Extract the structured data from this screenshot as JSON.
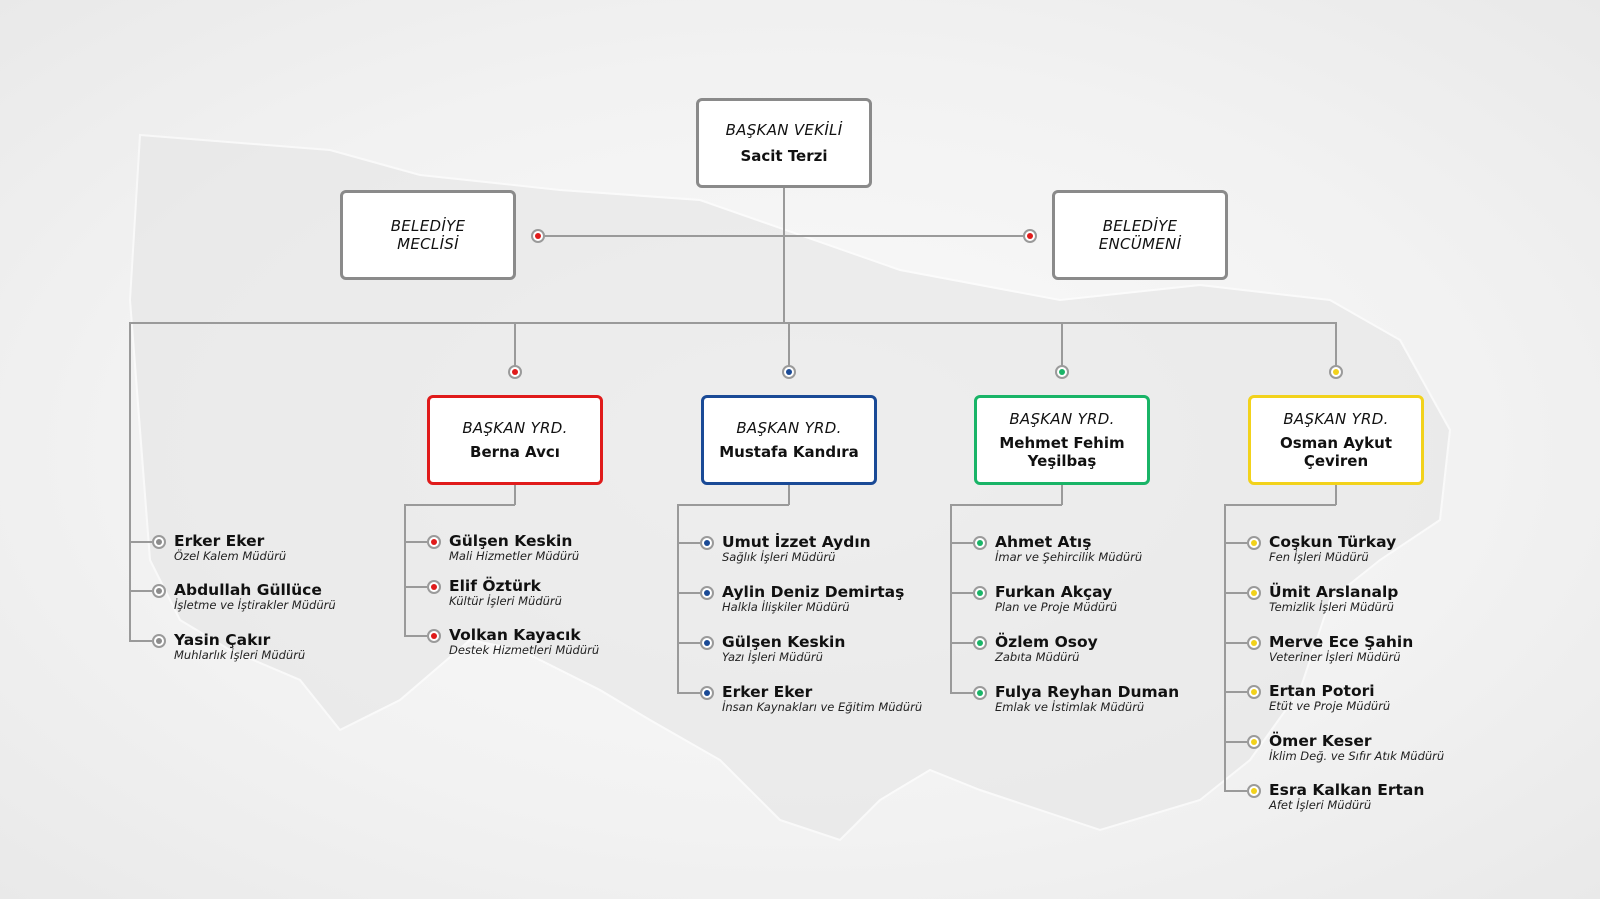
{
  "colors": {
    "gray": "#8c8c8c",
    "red": "#e01b1b",
    "blue": "#1a4a96",
    "green": "#19b467",
    "yellow": "#f2d21b"
  },
  "top": {
    "title": "BAŞKAN VEKİLİ",
    "name": "Sacit Terzi"
  },
  "meclis": {
    "line1": "BELEDİYE",
    "line2": "MECLİSİ"
  },
  "encumen": {
    "line1": "BELEDİYE",
    "line2": "ENCÜMENİ"
  },
  "columns": [
    {
      "color": "gray",
      "items": [
        {
          "name": "Erker Eker",
          "role": "Özel Kalem Müdürü"
        },
        {
          "name": "Abdullah Güllüce",
          "role": "İşletme ve İştirakler Müdürü"
        },
        {
          "name": "Yasin Çakır",
          "role": "Muhlarlık İşleri Müdürü"
        }
      ]
    },
    {
      "color": "red",
      "title": "BAŞKAN YRD.",
      "name": "Berna Avcı",
      "items": [
        {
          "name": "Gülşen Keskin",
          "role": "Mali Hizmetler Müdürü"
        },
        {
          "name": "Elif Öztürk",
          "role": "Kültür İşleri Müdürü"
        },
        {
          "name": "Volkan Kayacık",
          "role": "Destek Hizmetleri Müdürü"
        }
      ]
    },
    {
      "color": "blue",
      "title": "BAŞKAN YRD.",
      "name": "Mustafa Kandıra",
      "items": [
        {
          "name": "Umut İzzet Aydın",
          "role": "Sağlık İşleri Müdürü"
        },
        {
          "name": "Aylin Deniz Demirtaş",
          "role": "Halkla İlişkiler Müdürü"
        },
        {
          "name": "Gülşen Keskin",
          "role": "Yazı İşleri Müdürü"
        },
        {
          "name": "Erker Eker",
          "role": "İnsan Kaynakları ve Eğitim Müdürü"
        }
      ]
    },
    {
      "color": "green",
      "title": "BAŞKAN YRD.",
      "name": "Mehmet Fehim Yeşilbaş",
      "items": [
        {
          "name": "Ahmet Atış",
          "role": "İmar ve Şehircilik Müdürü"
        },
        {
          "name": "Furkan Akçay",
          "role": "Plan ve Proje Müdürü"
        },
        {
          "name": "Özlem Osoy",
          "role": "Zabıta Müdürü"
        },
        {
          "name": "Fulya Reyhan Duman",
          "role": "Emlak ve İstimlak Müdürü"
        }
      ]
    },
    {
      "color": "yellow",
      "title": "BAŞKAN YRD.",
      "name": "Osman Aykut Çeviren",
      "items": [
        {
          "name": "Coşkun Türkay",
          "role": "Fen İşleri Müdürü"
        },
        {
          "name": "Ümit Arslanalp",
          "role": "Temizlik İşleri Müdürü"
        },
        {
          "name": "Merve Ece Şahin",
          "role": "Veteriner İşleri Müdürü"
        },
        {
          "name": "Ertan Potori",
          "role": "Etüt ve Proje Müdürü"
        },
        {
          "name": "Ömer Keser",
          "role": "İklim Değ. ve Sıfır Atık Müdürü"
        },
        {
          "name": "Esra Kalkan Ertan",
          "role": "Afet İşleri Müdürü"
        }
      ]
    }
  ]
}
